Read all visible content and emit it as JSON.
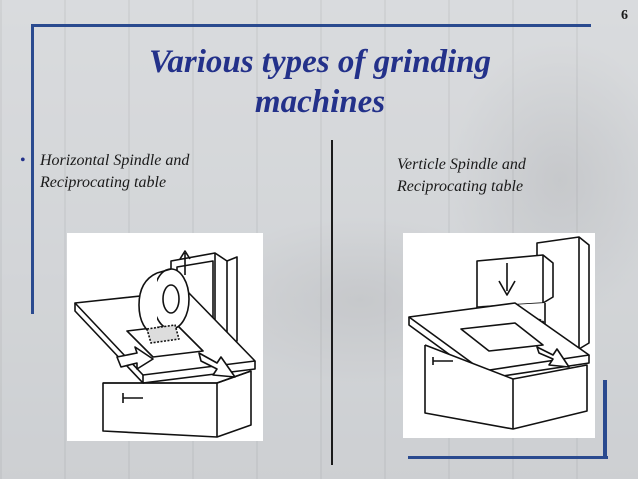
{
  "slide": {
    "number": "6",
    "title_line1": "Various types of grinding",
    "title_line2": "machines"
  },
  "left": {
    "bullet": "•",
    "line1": "Horizontal Spindle and",
    "line2": "Reciprocating table"
  },
  "right": {
    "line1": "Verticle  Spindle and",
    "line2": "Reciprocating table"
  },
  "colors": {
    "title": "#23318a",
    "frame": "#2a4a8f",
    "text": "#1a1a1a"
  }
}
